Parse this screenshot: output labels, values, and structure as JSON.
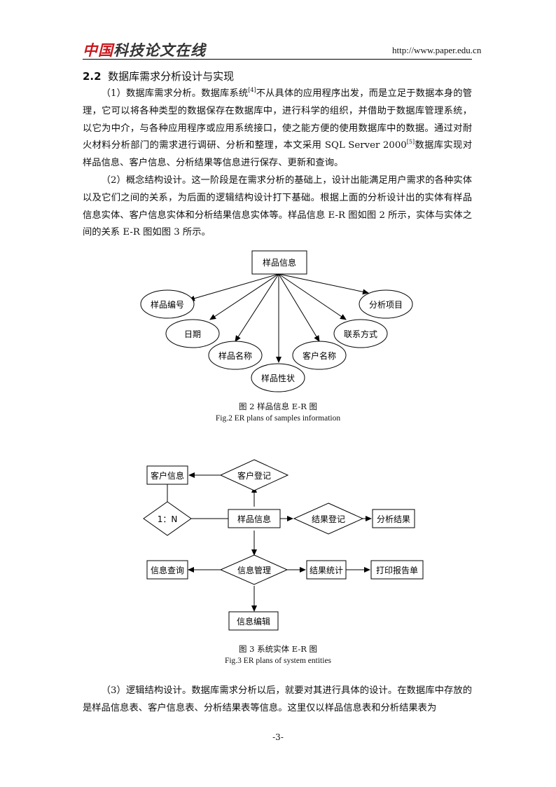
{
  "header": {
    "logo_red": "中国",
    "logo_rest": "科技论文在线",
    "url": "http://www.paper.edu.cn"
  },
  "section": {
    "number": "2.2",
    "title": "数据库需求分析设计与实现"
  },
  "para1": {
    "a": "（1）数据库需求分析。数据库系统",
    "ref1": "[4]",
    "b": "不从具体的应用程序出发，而是立足于数据本身的管理，它可以将各种类型的数据保存在数据库中，进行科学的组织，并借助于数据库管理系统，以它为中介，与各种应用程序或应用系统接口，使之能方便的使用数据库中的数据。通过对耐火材料分析部门的需求进行调研、分析和整理，本文采用 SQL Server 2000",
    "ref2": "[5]",
    "c": "数据库实现对样品信息、客户信息、分析结果等信息进行保存、更新和查询。"
  },
  "para2": "（2）概念结构设计。这一阶段是在需求分析的基础上，设计出能满足用户需求的各种实体以及它们之间的关系，为后面的逻辑结构设计打下基础。根据上面的分析设计出的实体有样品信息实体、客户信息实体和分析结果信息实体等。样品信息 E-R 图如图 2 所示，实体与实体之间的关系 E-R 图如图 3 所示。",
  "fig2": {
    "root": "样品信息",
    "nodes": [
      "样品编号",
      "日期",
      "样品名称",
      "样品性状",
      "客户名称",
      "联系方式",
      "分析项目"
    ],
    "caption_cn": "图 2  样品信息 E-R 图",
    "caption_en": "Fig.2 ER plans of samples information"
  },
  "fig3": {
    "customer_info": "客户信息",
    "customer_reg": "客户登记",
    "ratio": "1：N",
    "sample_info": "样品信息",
    "result_reg": "结果登记",
    "analysis_result": "分析结果",
    "info_query": "信息查询",
    "info_mgmt": "信息管理",
    "result_stats": "结果统计",
    "print_report": "打印报告单",
    "info_edit": "信息编辑",
    "caption_cn": "图 3  系统实体 E-R 图",
    "caption_en": "Fig.3 ER plans of system entities"
  },
  "para3": "（3）逻辑结构设计。数据库需求分析以后，就要对其进行具体的设计。在数据库中存放的是样品信息表、客户信息表、分析结果表等信息。这里仅以样品信息表和分析结果表为",
  "page_number": "-3-"
}
